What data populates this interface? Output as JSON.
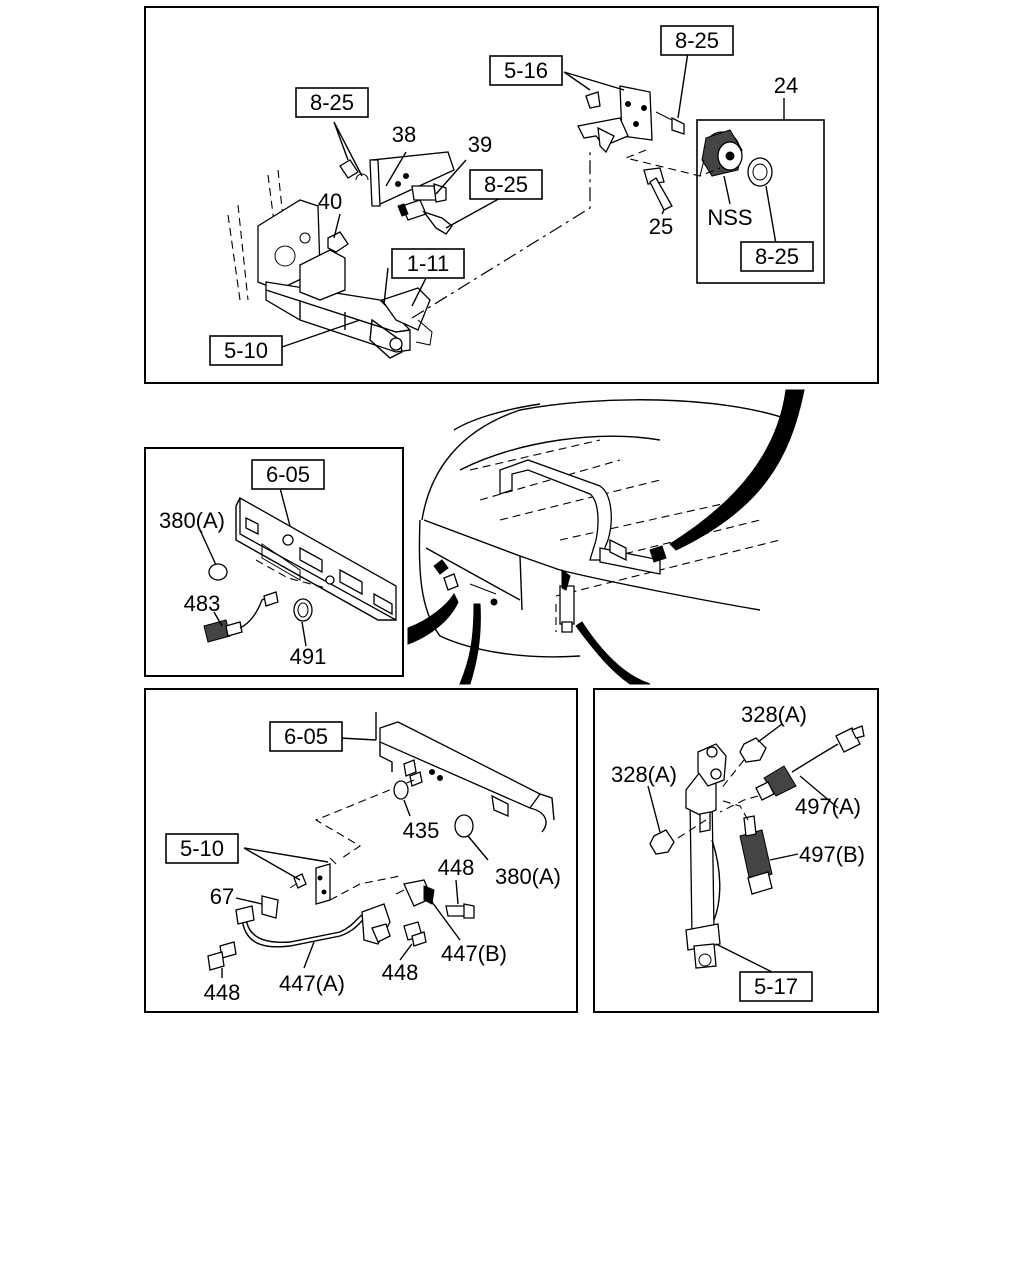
{
  "panels": {
    "top": {
      "labels": {
        "ref_5_16": "5-16",
        "ref_8_25_a": "8-25",
        "ref_8_25_b": "8-25",
        "ref_8_25_c": "8-25",
        "ref_8_25_d": "8-25",
        "ref_1_11": "1-11",
        "ref_5_10": "5-10",
        "p24": "24",
        "p38": "38",
        "p39": "39",
        "p40": "40",
        "p25": "25",
        "nss": "NSS"
      }
    },
    "middle_left": {
      "labels": {
        "ref_6_05": "6-05",
        "p380a": "380(A)",
        "p483": "483",
        "p491": "491"
      }
    },
    "bottom_left": {
      "labels": {
        "ref_6_05": "6-05",
        "ref_5_10": "5-10",
        "p435": "435",
        "p380a": "380(A)",
        "p448_top": "448",
        "p67": "67",
        "p447b": "447(B)",
        "p448_left": "448",
        "p447a": "447(A)",
        "p448_mid": "448"
      }
    },
    "bottom_right": {
      "labels": {
        "p328a_top": "328(A)",
        "p328a_left": "328(A)",
        "p497a": "497(A)",
        "p497b": "497(B)",
        "ref_5_17": "5-17"
      }
    }
  }
}
